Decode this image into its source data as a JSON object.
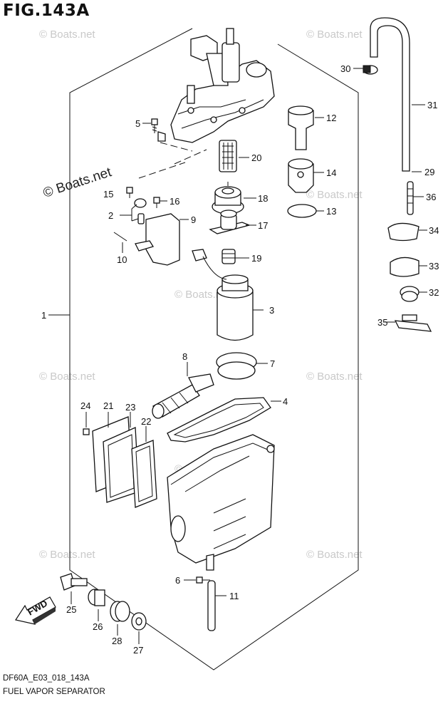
{
  "figure": {
    "title": "FIG.143A",
    "code": "DF60A_E03_018_143A",
    "name": "FUEL VAPOR SEPARATOR",
    "fwd_label": "FWD"
  },
  "watermarks": [
    "© Boats.net",
    "© Boats.net",
    "© Boats.net",
    "© Boats.net",
    "© Boats.net",
    "© Boats.net",
    "© Boats.net",
    "© Boats.net",
    "© Boats.net",
    "© Boats.net"
  ],
  "callouts": [
    "1",
    "2",
    "3",
    "4",
    "5",
    "6",
    "7",
    "8",
    "9",
    "10",
    "11",
    "12",
    "13",
    "14",
    "15",
    "16",
    "17",
    "18",
    "19",
    "20",
    "21",
    "22",
    "23",
    "24",
    "25",
    "26",
    "27",
    "28",
    "29",
    "30",
    "31",
    "32",
    "33",
    "34",
    "35",
    "36"
  ]
}
